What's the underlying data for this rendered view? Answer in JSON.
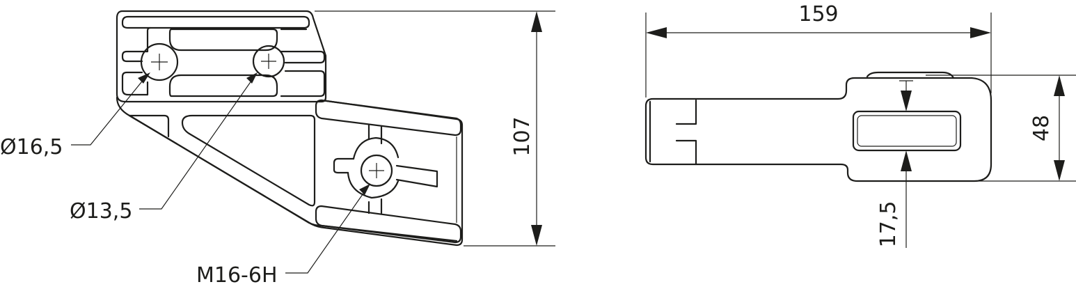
{
  "dimensions": {
    "height_label": "107",
    "width_label": "159",
    "slot_height_label": "48",
    "slot_offset_label": "17,5"
  },
  "callouts": {
    "hole_large": "Ø16,5",
    "hole_small": "Ø13,5",
    "thread": "M16-6H"
  }
}
